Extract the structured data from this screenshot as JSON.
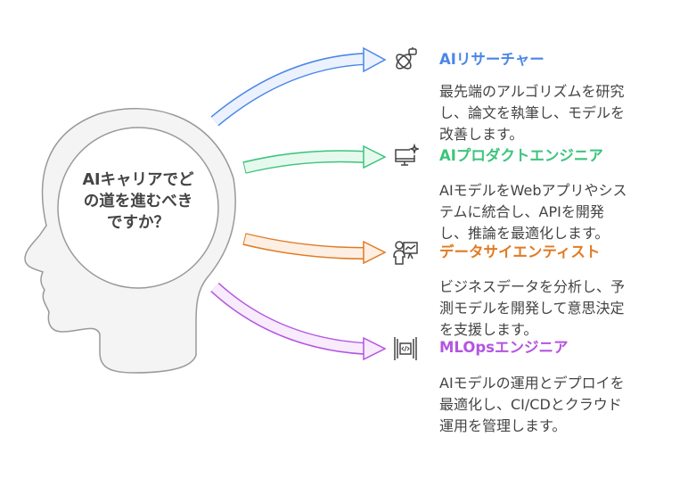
{
  "question": [
    "AIキャリアでど",
    "の道を進むべき",
    "ですか？"
  ],
  "colors": {
    "blue": "#4a86e8",
    "green": "#3cc47c",
    "orange": "#e07b24",
    "purple": "#b455e0",
    "text": "#444444"
  },
  "careers": [
    {
      "icon": "atom-robot-icon",
      "title": "AIリサーチャー",
      "desc": [
        "最先端のアルゴリズムを研究",
        "し、論文を執筆し、モデルを",
        "改善します。"
      ]
    },
    {
      "icon": "monitor-sparkle-icon",
      "title": "AIプロダクトエンジニア",
      "desc": [
        "AIモデルをWebアプリやシス",
        "テムに統合し、APIを開発",
        "し、推論を最適化します。"
      ]
    },
    {
      "icon": "presenter-chart-icon",
      "title": "データサイエンティスト",
      "desc": [
        "ビジネスデータを分析し、予",
        "測モデルを開発して意思決定",
        "を支援します。"
      ]
    },
    {
      "icon": "code-frame-icon",
      "title": "MLOpsエンジニア",
      "desc": [
        "AIモデルの運用とデプロイを",
        "最適化し、CI/CDとクラウド",
        "運用を管理します。"
      ]
    }
  ]
}
